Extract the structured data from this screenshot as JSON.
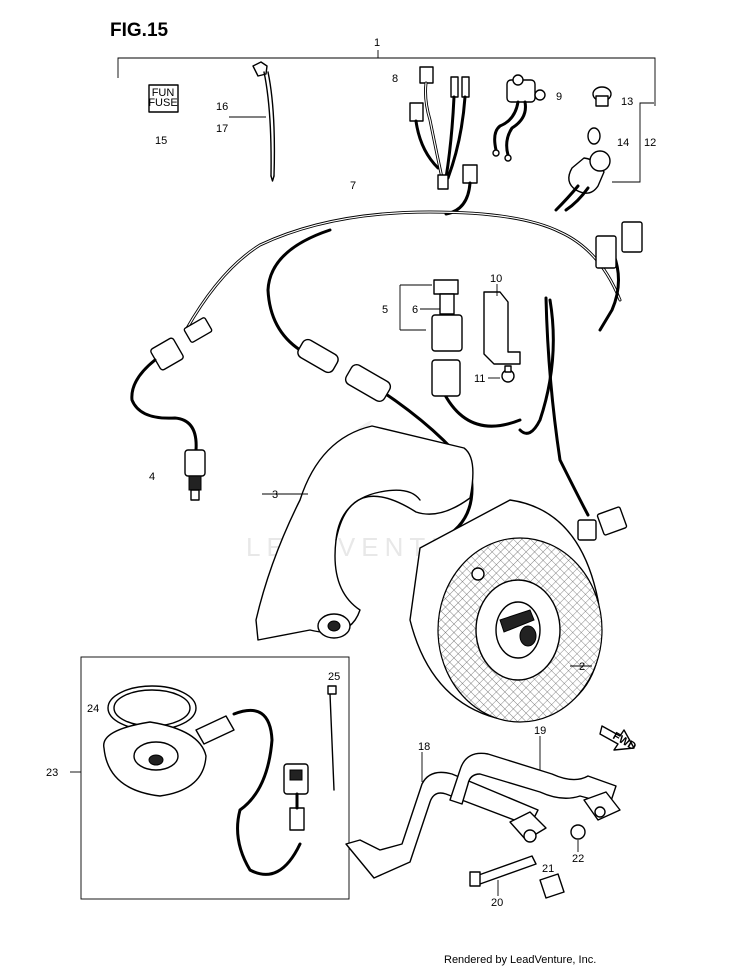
{
  "figure": {
    "title": "FIG.15",
    "fuse_label_line1": "FUN",
    "fuse_label_line2": "FUSE",
    "fwd_arrow_text": "FWD",
    "watermark": "LEADVENTURE",
    "footer": "Rendered by LeadVenture, Inc."
  },
  "callouts": {
    "c1": "1",
    "c2": "2",
    "c3": "3",
    "c4": "4",
    "c5": "5",
    "c6": "6",
    "c7": "7",
    "c8": "8",
    "c9": "9",
    "c10": "10",
    "c11": "11",
    "c12": "12",
    "c13": "13",
    "c14": "14",
    "c15": "15",
    "c16": "16",
    "c17": "17",
    "c18": "18",
    "c19": "19",
    "c20": "20",
    "c21": "21",
    "c22": "22",
    "c23": "23",
    "c24": "24",
    "c25": "25"
  },
  "colors": {
    "ink": "#000000",
    "background": "#ffffff",
    "watermark": "#e6e6e6"
  }
}
